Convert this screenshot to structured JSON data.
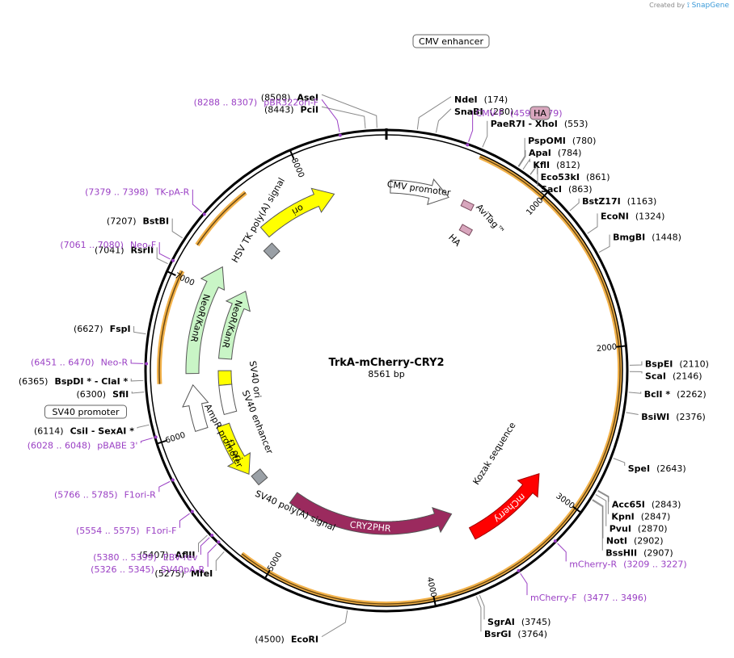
{
  "credit": {
    "text": "Created by",
    "brand": "SnapGene"
  },
  "plasmid": {
    "name": "TrkA-mCherry-CRY2",
    "size_label": "8561 bp",
    "total_bp": 8561
  },
  "colors": {
    "highlight_arc": "#f3b24a",
    "ori": "#ffff00",
    "neo": "#c9f5c6",
    "green_arrow": "#3e8a28",
    "mcherry": "#ff0000",
    "cry2": "#9b2a5e",
    "primer": "#9a3fc4",
    "gray": "#9aa0a6",
    "pink": "#d8a6bd"
  },
  "ticks": [
    {
      "bp": 1000,
      "label": "1000"
    },
    {
      "bp": 2000,
      "label": "2000"
    },
    {
      "bp": 3000,
      "label": "3000"
    },
    {
      "bp": 4000,
      "label": "4000"
    },
    {
      "bp": 5000,
      "label": "5000"
    },
    {
      "bp": 6000,
      "label": "6000"
    },
    {
      "bp": 7000,
      "label": "7000"
    },
    {
      "bp": 8000,
      "label": "8000"
    }
  ],
  "enzymes": [
    {
      "name": "AseI",
      "pos": "(8508)",
      "bp": 8508,
      "side": "L"
    },
    {
      "name": "PciI",
      "pos": "(8443)",
      "bp": 8443,
      "side": "L"
    },
    {
      "name": "NdeI",
      "pos": "(174)",
      "bp": 174,
      "side": "R"
    },
    {
      "name": "SnaBI",
      "pos": "(280)",
      "bp": 280,
      "side": "R"
    },
    {
      "name": "PaeR7I - XhoI",
      "pos": "(553)",
      "bp": 553,
      "side": "R"
    },
    {
      "name": "PspOMI",
      "pos": "(780)",
      "bp": 780,
      "side": "R"
    },
    {
      "name": "ApaI",
      "pos": "(784)",
      "bp": 784,
      "side": "R"
    },
    {
      "name": "KflI",
      "pos": "(812)",
      "bp": 812,
      "side": "R"
    },
    {
      "name": "Eco53kI",
      "pos": "(861)",
      "bp": 861,
      "side": "R"
    },
    {
      "name": "SacI",
      "pos": "(863)",
      "bp": 863,
      "side": "R"
    },
    {
      "name": "BstZ17I",
      "pos": "(1163)",
      "bp": 1163,
      "side": "R"
    },
    {
      "name": "EcoNI",
      "pos": "(1324)",
      "bp": 1324,
      "side": "R"
    },
    {
      "name": "BmgBI",
      "pos": "(1448)",
      "bp": 1448,
      "side": "R"
    },
    {
      "name": "BspEI",
      "pos": "(2110)",
      "bp": 2110,
      "side": "R"
    },
    {
      "name": "ScaI",
      "pos": "(2146)",
      "bp": 2146,
      "side": "R"
    },
    {
      "name": "BclI *",
      "pos": "(2262)",
      "bp": 2262,
      "side": "R"
    },
    {
      "name": "BsiWI",
      "pos": "(2376)",
      "bp": 2376,
      "side": "R"
    },
    {
      "name": "SpeI",
      "pos": "(2643)",
      "bp": 2643,
      "side": "R"
    },
    {
      "name": "Acc65I",
      "pos": "(2843)",
      "bp": 2843,
      "side": "R"
    },
    {
      "name": "KpnI",
      "pos": "(2847)",
      "bp": 2847,
      "side": "R"
    },
    {
      "name": "PvuI",
      "pos": "(2870)",
      "bp": 2870,
      "side": "R"
    },
    {
      "name": "NotI",
      "pos": "(2902)",
      "bp": 2902,
      "side": "R"
    },
    {
      "name": "BssHII",
      "pos": "(2907)",
      "bp": 2907,
      "side": "R"
    },
    {
      "name": "SgrAI",
      "pos": "(3745)",
      "bp": 3745,
      "side": "R"
    },
    {
      "name": "BsrGI",
      "pos": "(3764)",
      "bp": 3764,
      "side": "R"
    },
    {
      "name": "EcoRI",
      "pos": "(4500)",
      "bp": 4500,
      "side": "L"
    },
    {
      "name": "MfeI",
      "pos": "(5275)",
      "bp": 5275,
      "side": "L"
    },
    {
      "name": "AflII",
      "pos": "(5407)",
      "bp": 5407,
      "side": "L"
    },
    {
      "name": "CsiI - SexAI *",
      "pos": "(6114)",
      "bp": 6114,
      "side": "L"
    },
    {
      "name": "SfiI",
      "pos": "(6300)",
      "bp": 6300,
      "side": "L"
    },
    {
      "name": "BspDI * - ClaI *",
      "pos": "(6365)",
      "bp": 6365,
      "side": "L"
    },
    {
      "name": "FspI",
      "pos": "(6627)",
      "bp": 6627,
      "side": "L"
    },
    {
      "name": "RsrII",
      "pos": "(7041)",
      "bp": 7041,
      "side": "L"
    },
    {
      "name": "BstBI",
      "pos": "(7207)",
      "bp": 7207,
      "side": "L"
    }
  ],
  "primers": [
    {
      "name": "pBR322ori-F",
      "pos": "(8288 .. 8307)",
      "bp": 8297,
      "side": "L"
    },
    {
      "name": "CMV-F",
      "pos": "(459 .. 479)",
      "bp": 469,
      "side": "R"
    },
    {
      "name": "TK-pA-R",
      "pos": "(7379 .. 7398)",
      "bp": 7388,
      "side": "L"
    },
    {
      "name": "Neo-F",
      "pos": "(7061 .. 7080)",
      "bp": 7070,
      "side": "L"
    },
    {
      "name": "Neo-R",
      "pos": "(6451 .. 6470)",
      "bp": 6460,
      "side": "L"
    },
    {
      "name": "pBABE 3'",
      "pos": "(6028 .. 6048)",
      "bp": 6038,
      "side": "L"
    },
    {
      "name": "F1ori-R",
      "pos": "(5766 .. 5785)",
      "bp": 5775,
      "side": "L"
    },
    {
      "name": "F1ori-F",
      "pos": "(5554 .. 5575)",
      "bp": 5564,
      "side": "L"
    },
    {
      "name": "EBV-rev",
      "pos": "(5380 .. 5399)",
      "bp": 5389,
      "side": "L"
    },
    {
      "name": "SV40pA-R",
      "pos": "(5326 .. 5345)",
      "bp": 5335,
      "side": "L"
    },
    {
      "name": "mCherry-R",
      "pos": "(3209 .. 3227)",
      "bp": 3218,
      "side": "R"
    },
    {
      "name": "mCherry-F",
      "pos": "(3477 .. 3496)",
      "bp": 3486,
      "side": "R"
    }
  ],
  "boxed_labels": [
    {
      "text": "CMV enhancer"
    },
    {
      "text": "SV40 promoter"
    },
    {
      "text": "HA"
    }
  ],
  "features": [
    {
      "name": "ori",
      "start": 7580,
      "end": 8170,
      "color": "ori",
      "dir": 1,
      "r": 228
    },
    {
      "name": "CMV promoter",
      "start": 30,
      "end": 470,
      "color": "white",
      "dir": 1,
      "r": 228
    },
    {
      "name": "mCherry",
      "start": 2950,
      "end": 3620,
      "color": "mcherry",
      "dir": -1,
      "r": 228
    },
    {
      "name": "CRY2PHR",
      "start": 3700,
      "end": 5140,
      "color": "cry2",
      "dir": -1,
      "r": 195
    },
    {
      "name": "f1 ori",
      "start": 5540,
      "end": 5980,
      "color": "ori",
      "dir": -1,
      "r": 213
    },
    {
      "name": "AmpR promoter",
      "start": 6000,
      "end": 6320,
      "color": "white",
      "dir": 1,
      "r": 240
    },
    {
      "name": "NeoR/KanR",
      "start": 6400,
      "end": 7190,
      "color": "neo",
      "dir": 1,
      "r": 240
    },
    {
      "name": "NeoR/KanR",
      "start": 6520,
      "end": 7120,
      "color": "neo",
      "dir": 1,
      "r": 200
    },
    {
      "name": "SV40 ori",
      "start": 6300,
      "end": 6420,
      "color": "ori",
      "dir": 0,
      "r": 200
    },
    {
      "name": "SV40 enhancer",
      "start": 6060,
      "end": 6300,
      "color": "white",
      "dir": 0,
      "r": 200
    }
  ],
  "labels": {
    "hsv_tk": "HSV TK poly(A) signal",
    "sv40_polya": "SV40 poly(A) signal",
    "kozak": "Kozak sequence",
    "avitag": "AviTag™",
    "ha_inner": "HA",
    "sv40_ori": "SV40 ori",
    "sv40_enhancer": "SV40 enhancer",
    "ampr_promoter": "AmpR promoter",
    "cmv_promoter": "CMV promoter"
  }
}
